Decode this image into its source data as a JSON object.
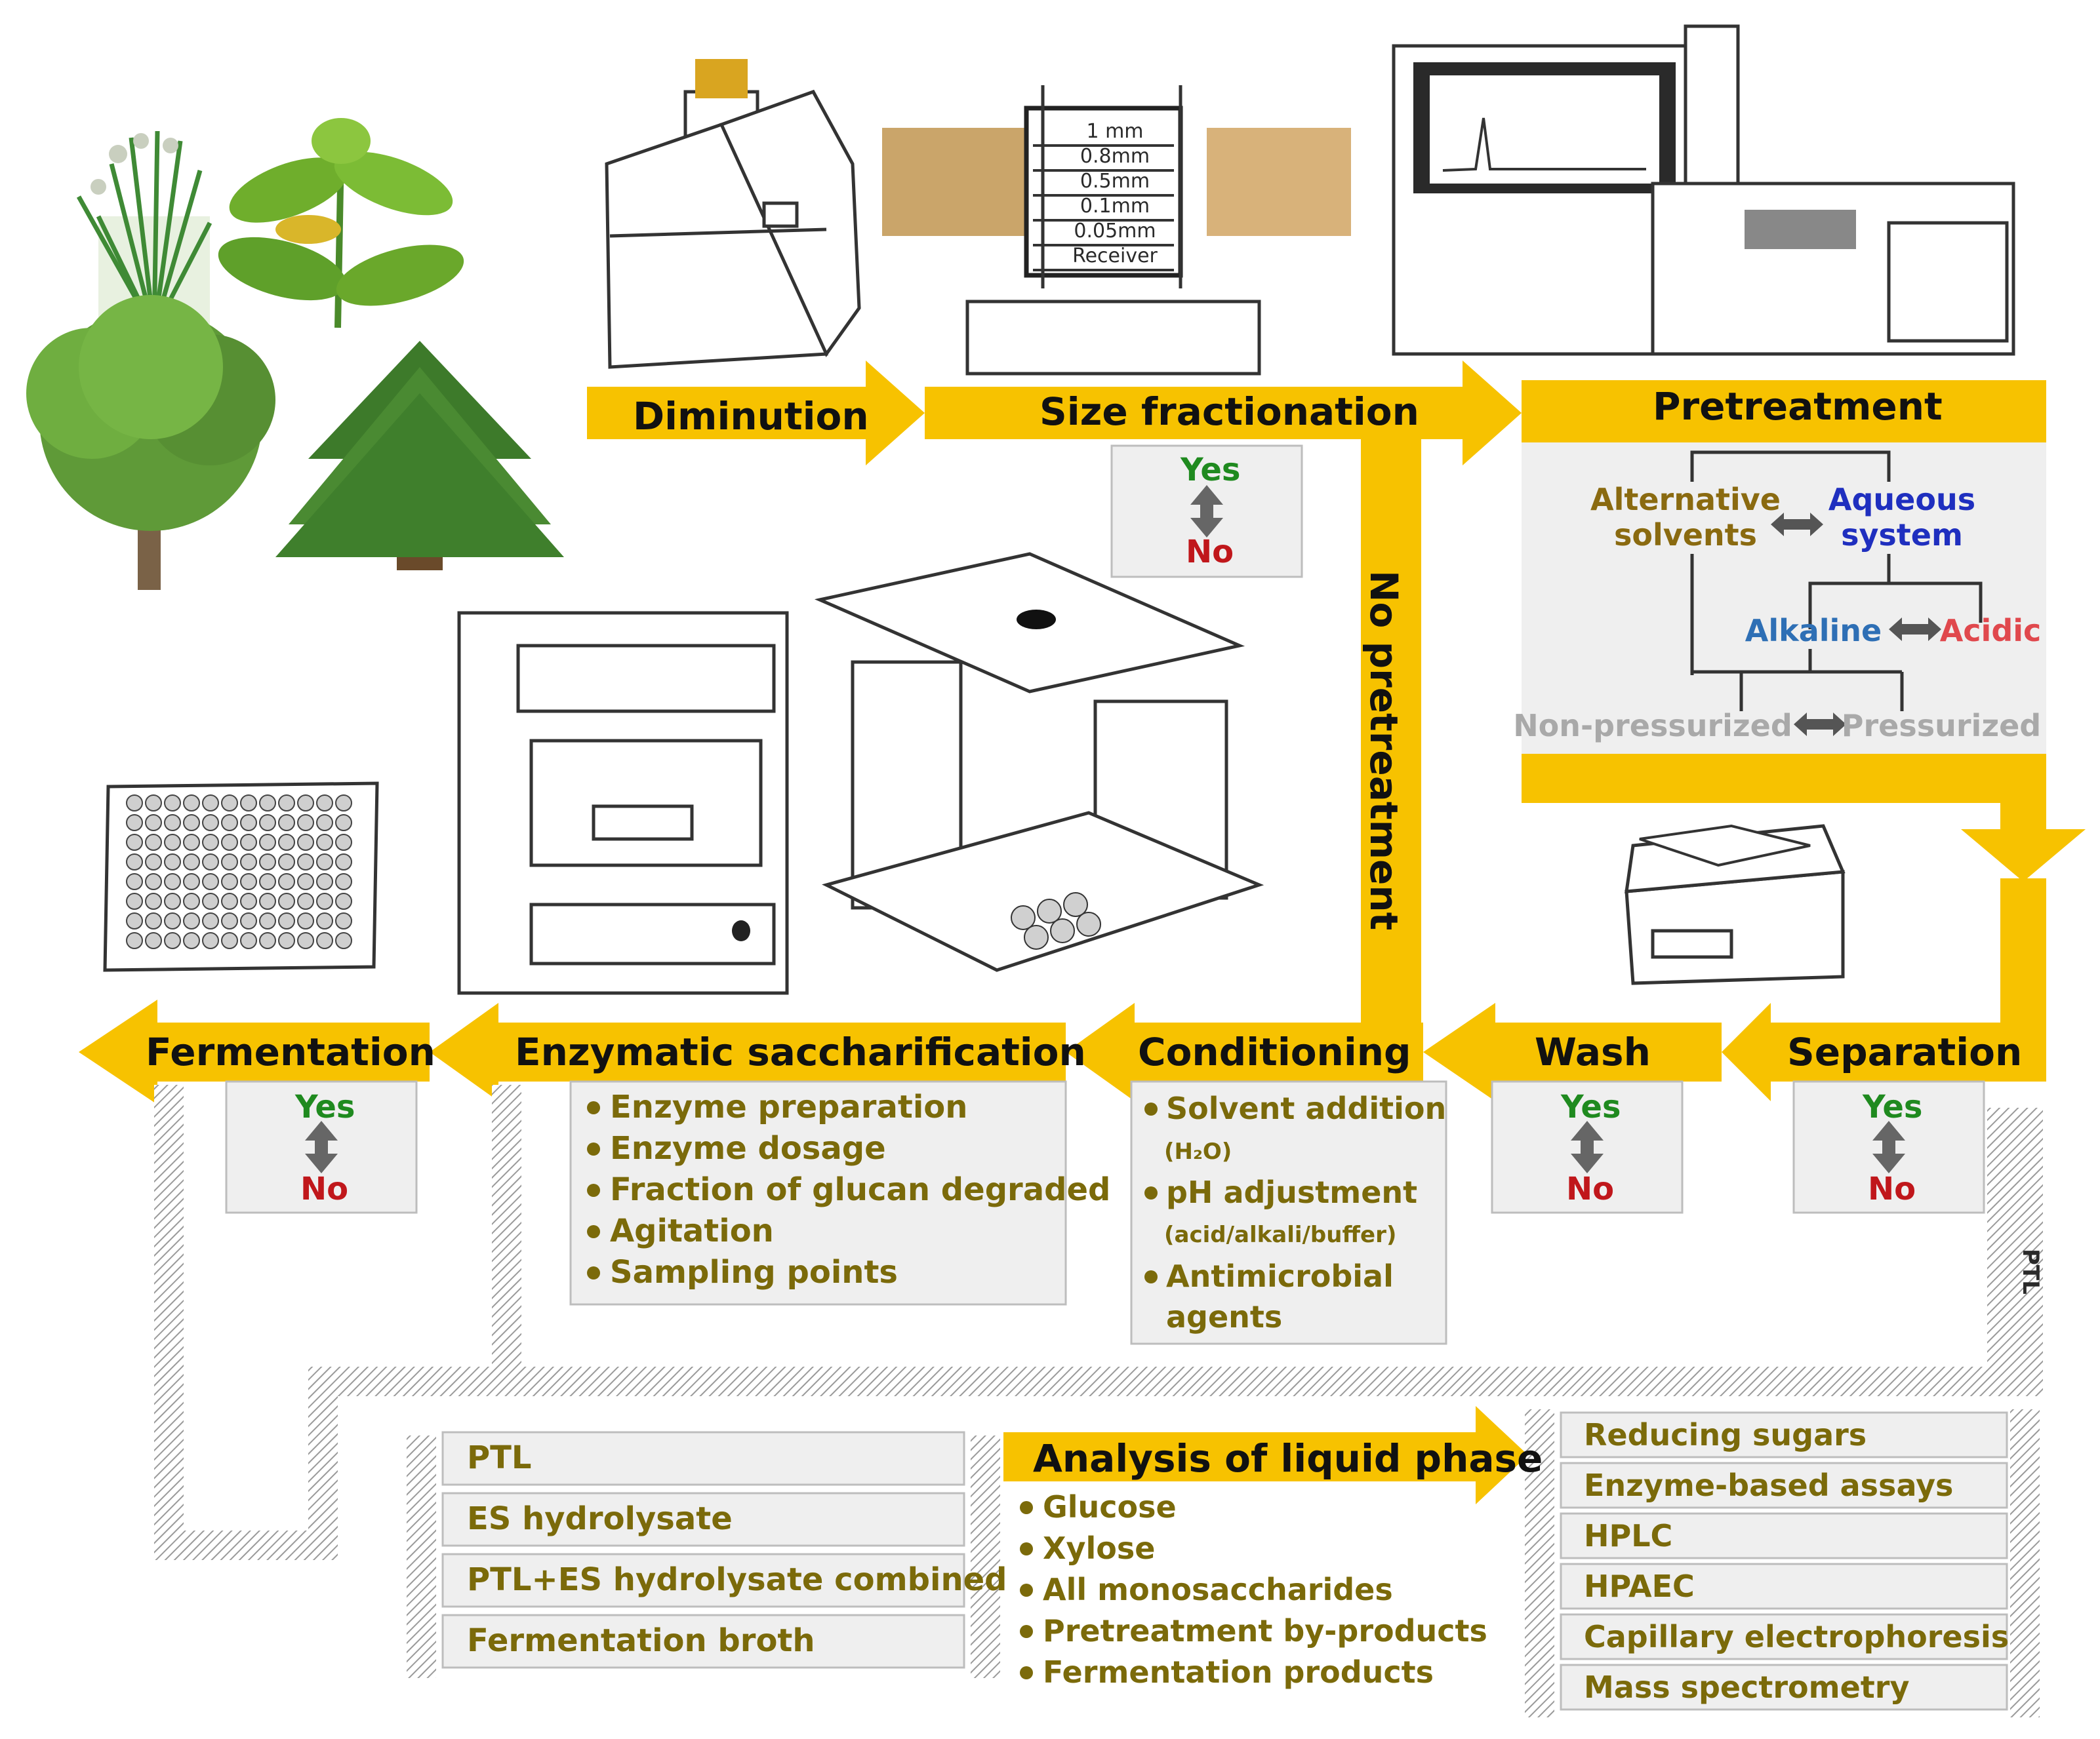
{
  "stages": {
    "diminution": "Diminution",
    "size_fractionation": "Size fractionation",
    "pretreatment": "Pretreatment",
    "no_pretreatment": "No pretreatment",
    "separation": "Separation",
    "wash": "Wash",
    "conditioning": "Conditioning",
    "enzymatic_saccharification": "Enzymatic saccharification",
    "fermentation": "Fermentation",
    "analysis": "Analysis of liquid phase"
  },
  "decision": {
    "yes": "Yes",
    "no": "No"
  },
  "sieve_sizes": [
    "1 mm",
    "0.8mm",
    "0.5mm",
    "0.1mm",
    "0.05mm",
    "Receiver"
  ],
  "pretreatment_options": {
    "alternative_solvents_1": "Alternative",
    "alternative_solvents_2": "solvents",
    "aqueous_system_1": "Aqueous",
    "aqueous_system_2": "system",
    "alkaline": "Alkaline",
    "acidic": "Acidic",
    "non_pressurized": "Non-pressurized",
    "pressurized": "Pressurized"
  },
  "conditioning_items": {
    "item1": "Solvent addition",
    "item1_sub": "(H₂O)",
    "item2": "pH adjustment",
    "item2_sub": "(acid/alkali/buffer)",
    "item3a": "Antimicrobial",
    "item3b": "agents"
  },
  "saccharification_items": [
    "Enzyme preparation",
    "Enzyme dosage",
    "Fraction of glucan degraded",
    "Agitation",
    "Sampling points"
  ],
  "ptl_tag": "PTL",
  "samples": [
    "PTL",
    "ES hydrolysate",
    "PTL+ES hydrolysate combined",
    "Fermentation broth"
  ],
  "analytes": [
    "Glucose",
    "Xylose",
    "All monosaccharides",
    "Pretreatment by-products",
    "Fermentation products"
  ],
  "methods": [
    "Reducing sugars",
    "Enzyme-based assays",
    "HPLC",
    "HPAEC",
    "Capillary electrophoresis",
    "Mass spectrometry"
  ],
  "colors": {
    "arrow": "#f7c200",
    "olive_text": "#7b6a0a",
    "yes": "#1f8a1f",
    "no": "#c0171b",
    "aqueous": "#1f2fbf",
    "alkaline": "#2e6fb5",
    "acidic": "#e0484d",
    "pressure_gray": "#a9a9a9"
  }
}
